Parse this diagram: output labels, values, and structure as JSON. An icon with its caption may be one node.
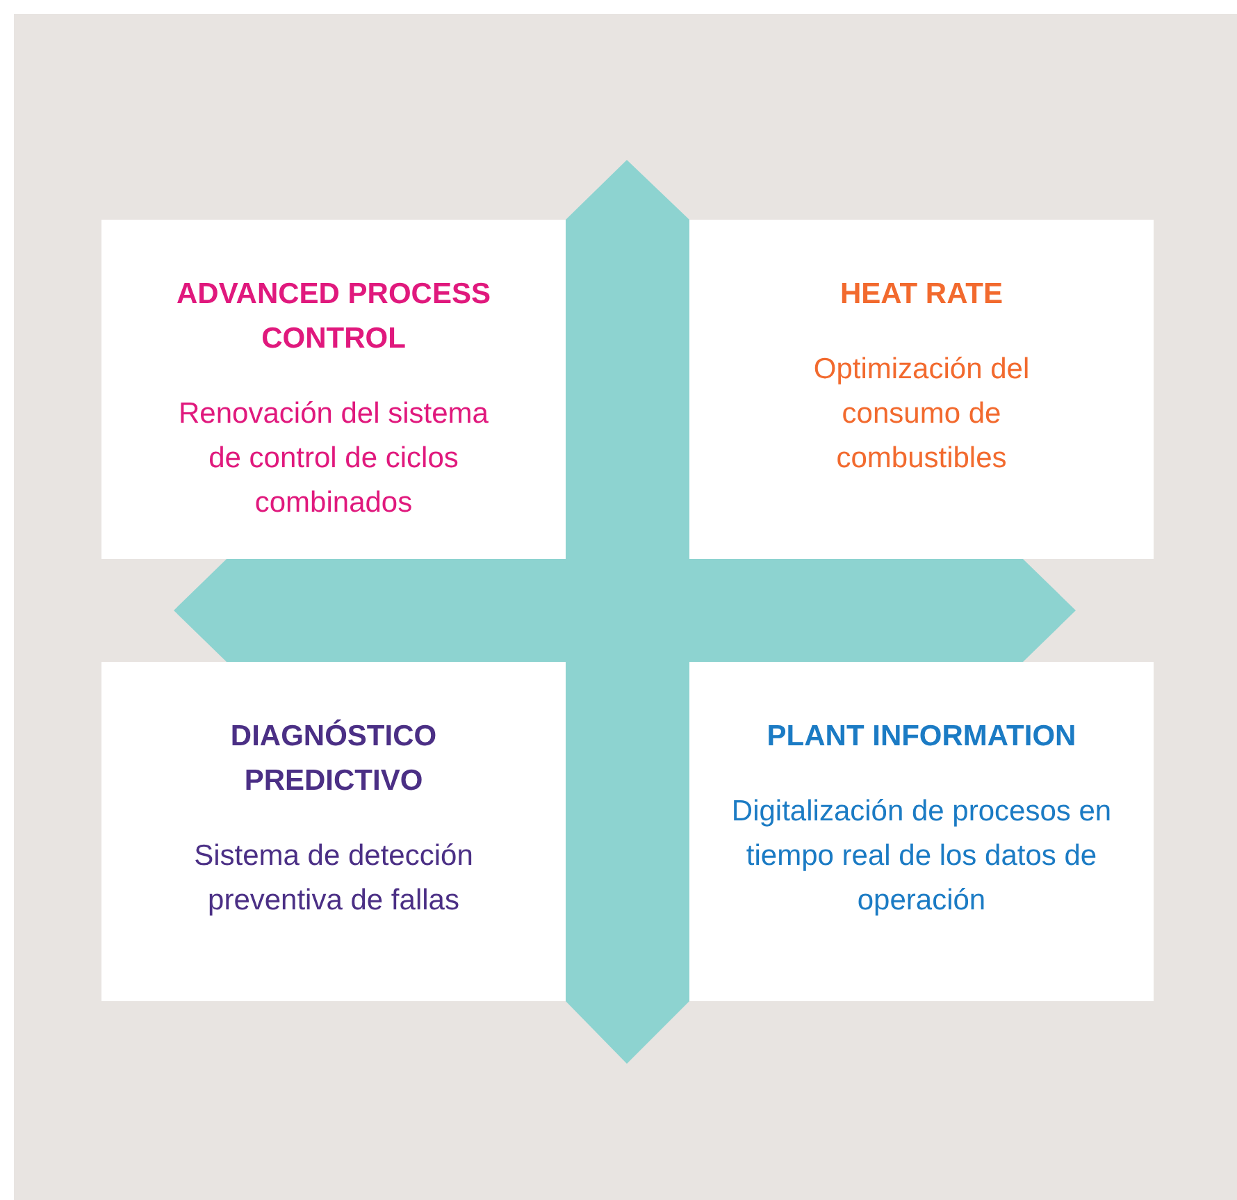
{
  "diagram": {
    "nodes": [
      {
        "text": [
          "ADVANCED PROCESS CONTROL",
          "Renovación del sistema de control de ciclos combinados"
        ]
      },
      {
        "text": [
          "HEAT RATE",
          "Optimización del consumo de combustibles"
        ]
      },
      {
        "text": [
          "DIAGNÓSTICO PREDICTIVO",
          "Sistema de detección preventiva de fallas"
        ]
      },
      {
        "text": [
          "PLANT INFORMATION",
          "Digitalización de procesos en tiempo real de los datos de operación"
        ]
      }
    ]
  }
}
